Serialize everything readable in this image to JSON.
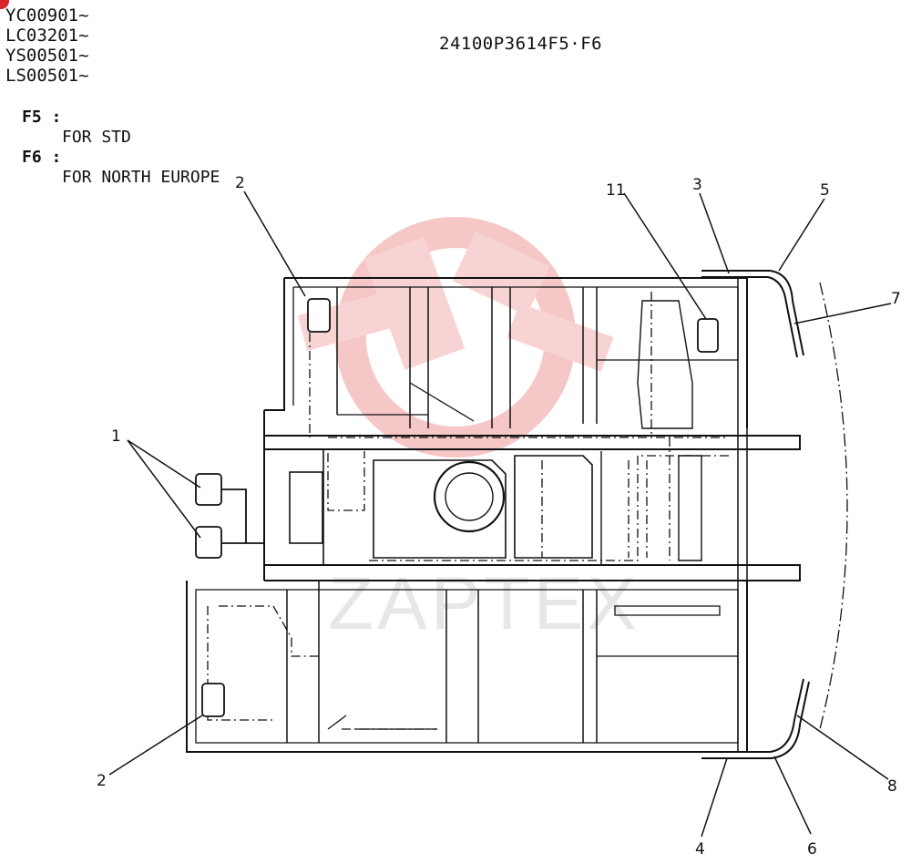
{
  "serial_ranges": [
    "YC00901~",
    "LC03201~",
    "YS00501~",
    "LS00501~"
  ],
  "figure_code": "24100P3614F5·F6",
  "variants": [
    {
      "code": "F5 :",
      "description": "FOR STD"
    },
    {
      "code": "F6 :",
      "description": "FOR NORTH EUROPE"
    }
  ],
  "callouts": {
    "c1": "1",
    "c2a": "2",
    "c2b": "2",
    "c3": "3",
    "c4": "4",
    "c5": "5",
    "c6": "6",
    "c7": "7",
    "c8": "8",
    "c11": "11"
  },
  "watermark_text": "ZAPTEX",
  "colors": {
    "line": "#111111",
    "watermark": "#f4c4c4",
    "corner_mark": "#d8232a"
  }
}
